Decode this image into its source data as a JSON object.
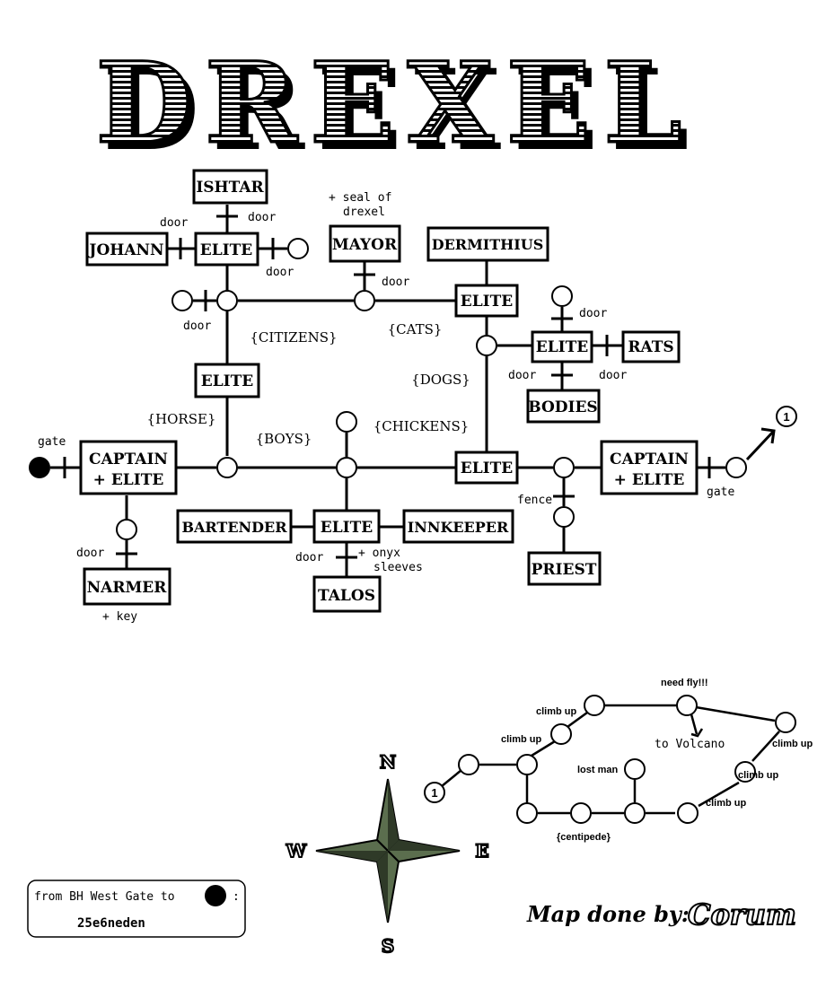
{
  "title": "DREXEL",
  "rooms": {
    "ishtar": "ISHTAR",
    "johann": "JOHANN",
    "elite_nw": "ELITE",
    "mayor": "MAYOR",
    "dermithius": "DERMITHIUS",
    "elite_n": "ELITE",
    "elite_ne": "ELITE",
    "rats": "RATS",
    "bodies": "BODIES",
    "elite_w": "ELITE",
    "captain_w_line1": "CAPTAIN",
    "captain_w_line2": "+ ELITE",
    "elite_center": "ELITE",
    "captain_e_line1": "CAPTAIN",
    "captain_e_line2": "+ ELITE",
    "bartender": "BARTENDER",
    "elite_s": "ELITE",
    "innkeeper": "INNKEEPER",
    "narmer": "NARMER",
    "talos": "TALOS",
    "priest": "PRIEST"
  },
  "areas": {
    "citizens": "{CITIZENS}",
    "cats": "{CATS}",
    "dogs": "{DOGS}",
    "horse": "{HORSE}",
    "boys": "{BOYS}",
    "chickens": "{CHICKENS}"
  },
  "labels": {
    "door": "door",
    "gate": "gate",
    "fence": "fence",
    "seal_line1": "+ seal of",
    "seal_line2": "drexel",
    "key": "+ key",
    "onyx_line1": "+ onyx",
    "onyx_line2": "sleeves",
    "exit_marker": "1"
  },
  "volcano_path": {
    "start_marker": "1",
    "climb_up": "climb up",
    "need_fly": "need fly!!!",
    "to_volcano": "to Volcano",
    "lost_man": "lost man",
    "centipede": "{centipede}"
  },
  "compass": {
    "n": "N",
    "s": "S",
    "e": "E",
    "w": "W"
  },
  "legend": {
    "route_label": "from BH West Gate to",
    "colon": ":",
    "route_path": "25e6neden"
  },
  "credit": {
    "label": "Map done by:",
    "author": "Corum"
  },
  "colors": {
    "ink": "#000000",
    "compass_fill": "#5b6e4e",
    "compass_dark": "#2f3a28",
    "background": "#ffffff"
  }
}
